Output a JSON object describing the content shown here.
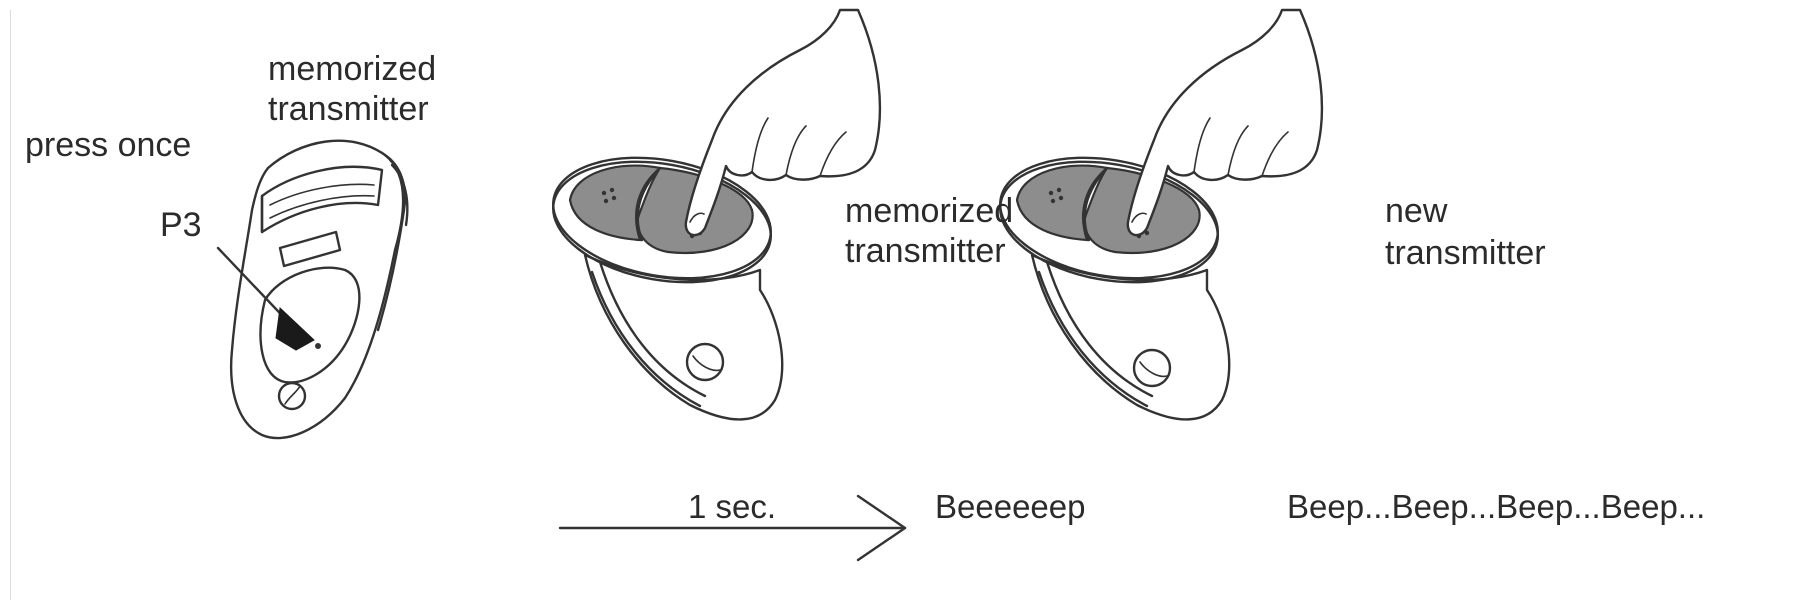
{
  "step1": {
    "label_top_line1": "memorized",
    "label_top_line2": "transmitter",
    "label_action": "press once",
    "label_button": "P3"
  },
  "step2": {
    "label_line1": "memorized",
    "label_line2": "transmitter",
    "duration_label": "1 sec.",
    "sound_label": "Beeeeeep"
  },
  "step3": {
    "label_line1": "new",
    "label_line2": "transmitter",
    "sound_label": "Beep...Beep...Beep...Beep..."
  },
  "icons": {
    "remote_closed": "remote-transmitter-closed-icon",
    "remote_open": "remote-transmitter-open-icon",
    "hand": "pressing-hand-icon",
    "arrow": "right-arrow-icon"
  }
}
